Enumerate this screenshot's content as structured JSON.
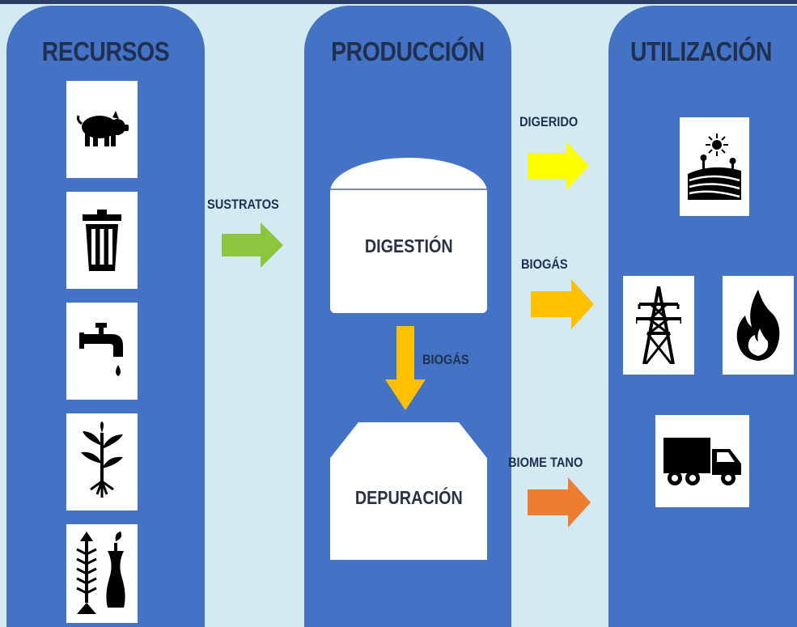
{
  "columns": {
    "recursos": "RECURSOS",
    "produccion": "PRODUCCIÓN",
    "utilizacion": "UTILIZACIÓN"
  },
  "flows": {
    "sustratos": "SUSTRATOS",
    "digerido": "DIGERIDO",
    "biogas_out": "BIOGÁS",
    "biogas_internal": "BIOGÁS",
    "biometano": "BIOME TANO"
  },
  "process": {
    "digestion": "DIGESTIÓN",
    "depuracion": "DEPURACIÓN"
  },
  "resources": [
    "pig-icon",
    "trash-can-icon",
    "water-tap-icon",
    "plant-icon",
    "food-waste-icon"
  ],
  "uses": [
    "farmland-icon",
    "power-tower-icon",
    "flame-icon",
    "truck-icon"
  ],
  "colors": {
    "background": "#d3eaf3",
    "column": "#4472c4",
    "sustratos_arrow": "#8cc63f",
    "digerido_arrow": "#ffff00",
    "biogas_arrow": "#ffc000",
    "biogas_internal_arrow": "#ffc000",
    "biometano_arrow": "#ed7d31"
  }
}
